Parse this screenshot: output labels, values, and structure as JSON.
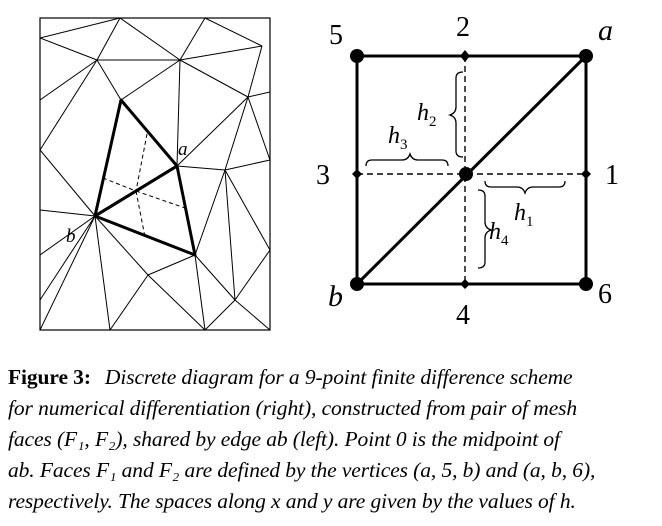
{
  "left_panel": {
    "vertex_a": "a",
    "vertex_b": "b"
  },
  "right_panel": {
    "corner_top_left": "5",
    "corner_top_right": "a",
    "corner_bottom_left": "b",
    "corner_bottom_right": "6",
    "mid_top": "2",
    "mid_left": "3",
    "mid_right": "1",
    "mid_bottom": "4",
    "h_labels": [
      {
        "letter": "h",
        "sub": "1"
      },
      {
        "letter": "h",
        "sub": "2"
      },
      {
        "letter": "h",
        "sub": "3"
      },
      {
        "letter": "h",
        "sub": "4"
      }
    ]
  },
  "caption": {
    "label": "Figure 3:",
    "lines": [
      "Discrete diagram for a 9-point finite difference scheme",
      "for numerical differentiation (right), constructed from pair of mesh",
      "faces (F₁, F₂), shared by edge ab (left). Point 0 is the midpoint of",
      "ab. Faces F₁ and F₂ are defined by the vertices (a, 5, b) and (a, b, 6),",
      "respectively. The spaces along x and y are given by the values of h."
    ]
  }
}
